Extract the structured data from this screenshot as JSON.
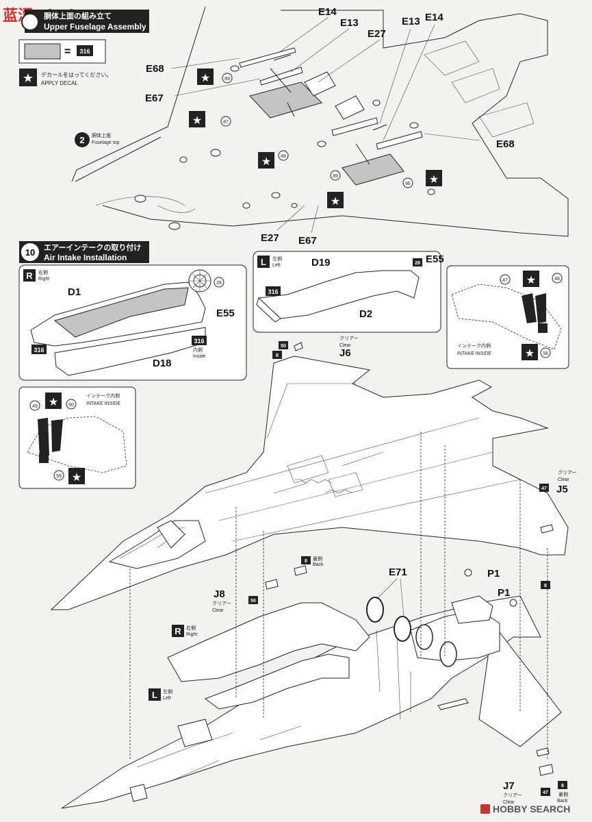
{
  "step9": {
    "title_jp": "胴体上面の組み立て",
    "title_en": "Upper Fuselage Assembly",
    "legend_color": "316",
    "legend_equals": "=",
    "decal_jp": "デカールをはってください。",
    "decal_en": "APPLY DECAL",
    "ref_number": "2",
    "ref_jp": "胴体上面",
    "ref_en": "Fuselage top",
    "parts": {
      "e14a": "E14",
      "e13a": "E13",
      "e27a": "E27",
      "e13b": "E13",
      "e14b": "E14",
      "e68a": "E68",
      "e67a": "E67",
      "e68b": "E68",
      "e27b": "E27",
      "e67b": "E67"
    },
    "decals": {
      "d89a": "89",
      "d87": "87",
      "d88": "88",
      "d89b": "89",
      "d86": "86"
    }
  },
  "step10": {
    "number": "10",
    "title_jp": "エアーインテークの取り付け",
    "title_en": "Air Intake Installation",
    "right_box": {
      "side": "R",
      "side_jp": "右側",
      "side_en": "Right",
      "d1": "D1",
      "d18": "D18",
      "e55": "E55",
      "decal": "28",
      "color1": "316",
      "color2": "316",
      "inside_jp": "内側",
      "inside_en": "Inside"
    },
    "left_box": {
      "side": "L",
      "side_jp": "左側",
      "side_en": "Left",
      "d19": "D19",
      "d2": "D2",
      "e55": "E55",
      "decal": "28",
      "color": "316"
    },
    "intake_right": {
      "d47": "47",
      "d48": "48",
      "d58": "58",
      "jp": "インテーク内側",
      "en": "INTAKE INSIDE"
    },
    "intake_left": {
      "d49": "49",
      "d50": "50",
      "d59": "59",
      "jp": "インテーク内側",
      "en": "INTAKE INSIDE"
    }
  },
  "main": {
    "j6": "J6",
    "j6_jp": "クリアー",
    "j6_en": "Clear",
    "j6_n8": "8",
    "j6_d50": "50",
    "j5": "J5",
    "j5_jp": "クリアー",
    "j5_en": "Clear",
    "j5_d47": "47",
    "j5_n8": "8",
    "j8": "J8",
    "j8_jp": "クリアー",
    "j8_en": "Clear",
    "j8_d50": "50",
    "back_n8": "8",
    "back_jp": "裏側",
    "back_en": "Back",
    "e71": "E71",
    "p1a": "P1",
    "p1b": "P1",
    "r_side": "R",
    "r_jp": "右側",
    "r_en": "Right",
    "l_side": "L",
    "l_jp": "左側",
    "l_en": "Left",
    "j7": "J7",
    "j7_jp": "クリアー",
    "j7_en": "Clear",
    "j7_d47": "47",
    "j7_n8": "8",
    "j7_back_jp": "裏側",
    "j7_back_en": "Back"
  },
  "watermark_left": "蓝涩·chuhe.com",
  "watermark_right": "HOBBY SEARCH",
  "colors": {
    "header_bg": "#222222",
    "paper": "#f3f2ee",
    "legend_grey": "#c4c4c4",
    "watermark_red": "#d0312d"
  }
}
